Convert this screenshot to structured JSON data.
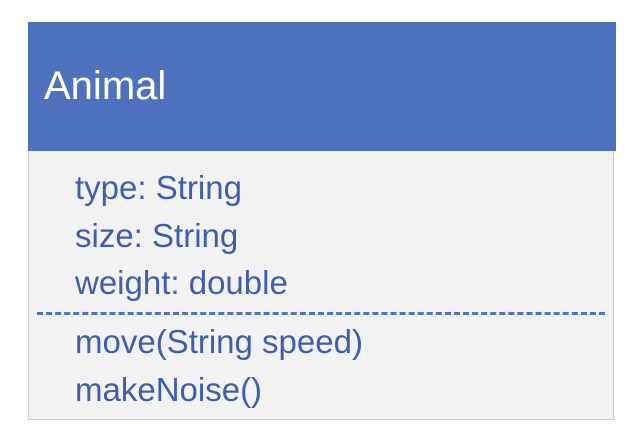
{
  "class": {
    "name": "Animal",
    "attributes": [
      "type: String",
      "size: String",
      "weight: double"
    ],
    "methods": [
      "move(String speed)",
      "makeNoise()"
    ]
  },
  "colors": {
    "header": "#4f72bf",
    "body": "#f2f2f2",
    "text": "#3f5fae",
    "border": "#c9c9c9"
  }
}
